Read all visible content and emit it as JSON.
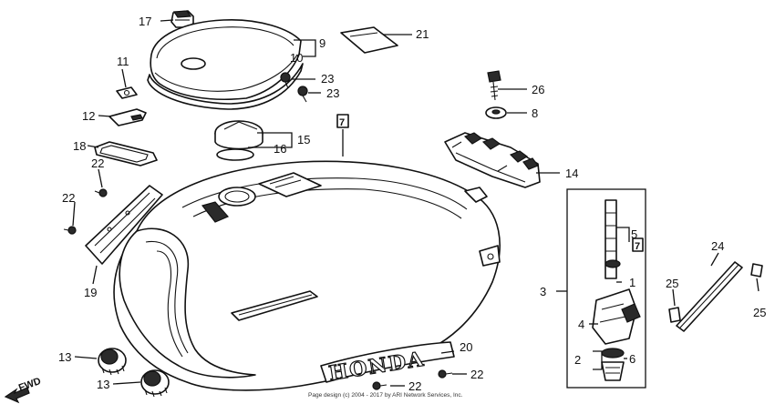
{
  "diagram": {
    "callouts": {
      "c1": "1",
      "c2": "2",
      "c3": "3",
      "c4": "4",
      "c5": "5",
      "c6": "6",
      "c7a": "7",
      "c7b": "7",
      "c8": "8",
      "c9": "9",
      "c10": "10",
      "c11": "11",
      "c12": "12",
      "c13a": "13",
      "c13b": "13",
      "c14": "14",
      "c15": "15",
      "c16": "16",
      "c17": "17",
      "c18": "18",
      "c19": "19",
      "c20": "20",
      "c21": "21",
      "c22a": "22",
      "c22b": "22",
      "c22c": "22",
      "c22d": "22",
      "c23a": "23",
      "c23b": "23",
      "c24": "24",
      "c25a": "25",
      "c25b": "25",
      "c26": "26"
    },
    "emblem_text": "HONDA",
    "direction_label": "FWD",
    "copyright": "Page design (c) 2004 - 2017 by ARI Network Services, Inc."
  }
}
